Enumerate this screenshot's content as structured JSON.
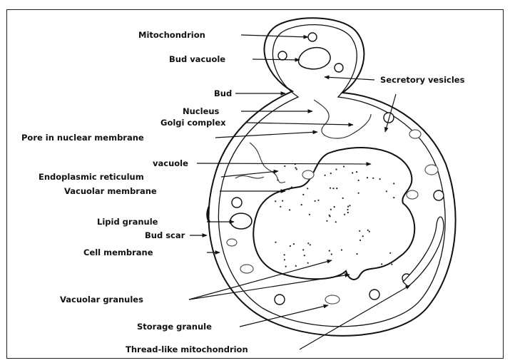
{
  "diagram": {
    "labels": {
      "mitochondrion": "Mitochondrion",
      "bud_vacuole": "Bud vacuole",
      "secretory_vesicles": "Secretory vesicles",
      "bud": "Bud",
      "nucleus": "Nucleus",
      "golgi_complex": "Golgi complex",
      "pore_nuclear_membrane": "Pore in nuclear membrane",
      "vacuole": "vacuole",
      "endoplasmic_reticulum": "Endoplasmic reticulum",
      "vacuolar_membrane": "Vacuolar membrane",
      "lipid_granule": "Lipid granule",
      "bud_scar": "Bud scar",
      "cell_membrane": "Cell membrane",
      "vacuolar_granules": "Vacuolar granules",
      "storage_granule": "Storage granule",
      "thread_like_mitochondrion": "Thread-like mitochondrion"
    },
    "colors": {
      "line": "#1a1a1a",
      "fill": "#ffffff",
      "dots": "#222222"
    }
  }
}
